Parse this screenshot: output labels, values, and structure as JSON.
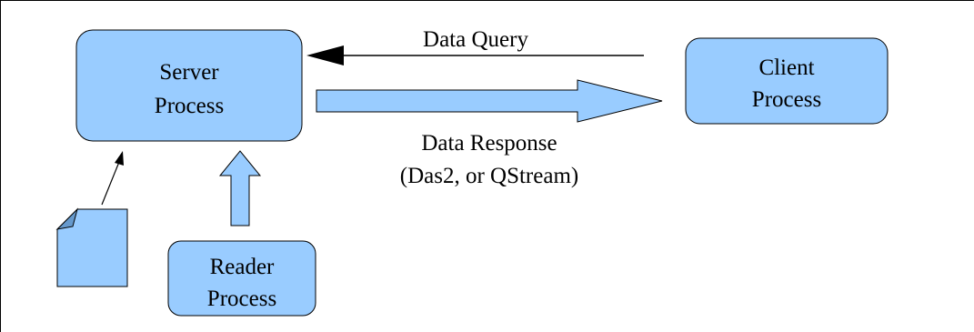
{
  "colors": {
    "box_fill": "#99ccff",
    "box_stroke": "#000000",
    "line": "#000000"
  },
  "nodes": {
    "server": {
      "line1": "Server",
      "line2": "Process"
    },
    "client": {
      "line1": "Client",
      "line2": "Process"
    },
    "reader": {
      "line1": "Reader",
      "line2": "Process"
    },
    "file": {
      "icon": "document-icon"
    }
  },
  "edges": {
    "query": {
      "label": "Data Query"
    },
    "response": {
      "line1": "Data Response",
      "line2": "(Das2, or QStream)"
    }
  }
}
